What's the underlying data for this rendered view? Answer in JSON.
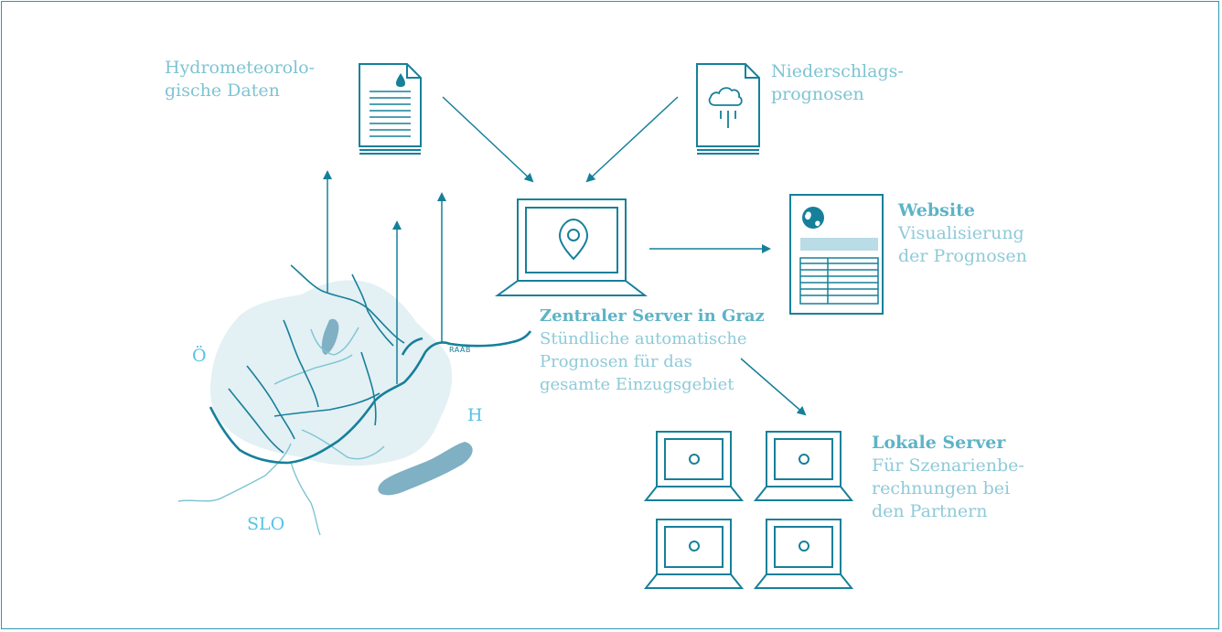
{
  "sources": {
    "hydro": [
      "Hydrometeorolo-",
      "gische Daten"
    ],
    "precip": [
      "Niederschlags-",
      "prognosen"
    ]
  },
  "website": {
    "title": "Website",
    "desc": [
      "Visualisierung",
      "der Prognosen"
    ]
  },
  "central": {
    "title": "Zentraler Server in Graz",
    "desc": [
      "Stündliche automatische",
      "Prognosen für das",
      "gesamte Einzugsgebiet"
    ]
  },
  "local": {
    "title": "Lokale Server",
    "desc": [
      "Für Szenarienbe-",
      "rechnungen bei",
      "den Partnern"
    ]
  },
  "map": {
    "austria": "Ö",
    "hungary": "H",
    "slovenia": "SLO",
    "river": "RAAB"
  },
  "colors": {
    "primary": "#16809a",
    "light": "#7ec4d3",
    "catchment": "#e3f0f4",
    "lake": "#7fb0c4",
    "accent": "#55c3e2"
  }
}
